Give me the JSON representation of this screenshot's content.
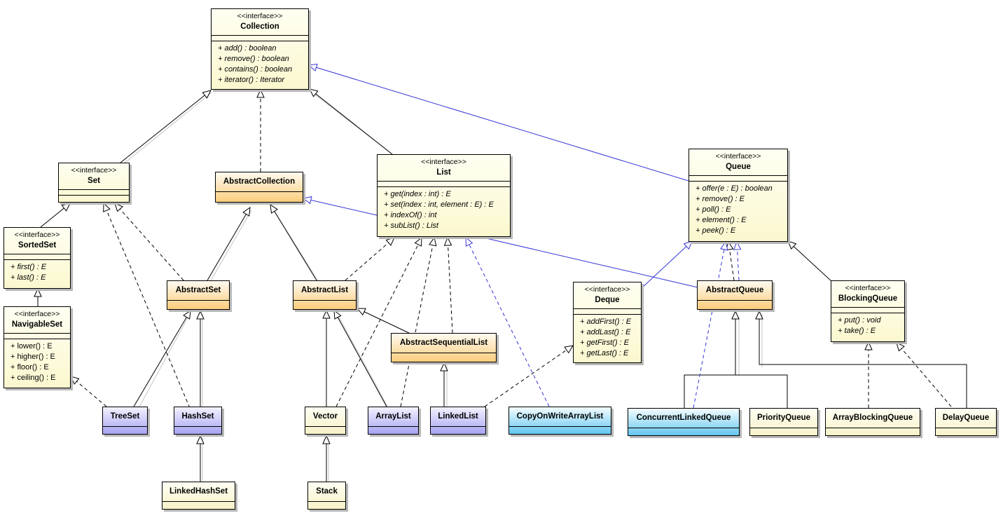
{
  "stereotype": "<<interface>>",
  "interfaces": {
    "collection": {
      "name": "Collection",
      "ops": [
        "+ add() : boolean",
        "+ remove() : boolean",
        "+ contains() : boolean",
        "+ iterator() : Iterator"
      ]
    },
    "set": {
      "name": "Set"
    },
    "list": {
      "name": "List",
      "ops": [
        "+ get(index : int) : E",
        "+ set(index : int, element : E) : E",
        "+ indexOf() : int",
        "+ subList() : List"
      ]
    },
    "queue": {
      "name": "Queue",
      "ops": [
        "+ offer(e : E) : boolean",
        "+ remove() : E",
        "+ poll() : E",
        "+ element() : E",
        "+ peek() : E"
      ]
    },
    "sortedset": {
      "name": "SortedSet",
      "ops": [
        "+ first() : E",
        "+ last() : E"
      ]
    },
    "navigableset": {
      "name": "NavigableSet",
      "ops": [
        "+ lower() : E",
        "+ higher() : E",
        "+ floor() : E",
        "+ ceiling() : E"
      ]
    },
    "deque": {
      "name": "Deque",
      "ops": [
        "+ addFirst() : E",
        "+ addLast() : E",
        "+ getFirst() : E",
        "+ getLast() : E"
      ]
    },
    "blockingqueue": {
      "name": "BlockingQueue",
      "ops": [
        "+ put() : void",
        "+ take() : E"
      ]
    }
  },
  "classes": {
    "abstractcollection": "AbstractCollection",
    "abstractset": "AbstractSet",
    "abstractlist": "AbstractList",
    "abstractsequentiallist": "AbstractSequentialList",
    "abstractqueue": "AbstractQueue",
    "treeset": "TreeSet",
    "hashset": "HashSet",
    "linkedhashset": "LinkedHashSet",
    "vector": "Vector",
    "stack": "Stack",
    "arraylist": "ArrayList",
    "linkedlist": "LinkedList",
    "copyonwritearraylist": "CopyOnWriteArrayList",
    "concurrentlinkedqueue": "ConcurrentLinkedQueue",
    "priorityqueue": "PriorityQueue",
    "arrayblockingqueue": "ArrayBlockingQueue",
    "delayqueue": "DelayQueue"
  },
  "colors": {
    "interface": "#fbf8cf",
    "abstract": "#fbcd7d",
    "implementation": "#a7a3f2",
    "concurrent": "#63c6f0",
    "blue_edge": "#3535d8",
    "black_edge": "#000000"
  }
}
